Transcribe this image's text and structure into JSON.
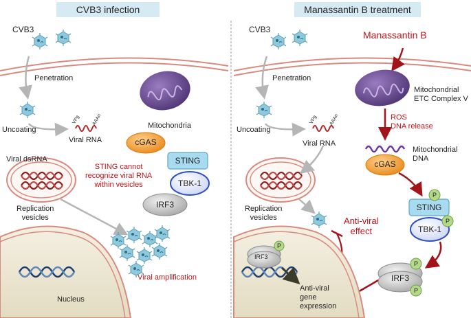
{
  "left_panel": {
    "header": "CVB3 infection",
    "virus_label": "CVB3",
    "penetration": "Penetration",
    "uncoating": "Uncoating",
    "vpg": "VPg",
    "aaan": "AAAn",
    "viral_rna": "Viral RNA",
    "mitochondria": "Mitochondria",
    "cgas": "cGAS",
    "sting": "STING",
    "tbk1": "TBK-1",
    "irf3": "IRF3",
    "viral_dsrna": "Viral dsRNA",
    "sting_note": "STING cannot\nrecognize viral RNA\nwithin vesicles",
    "replication_vesicles": "Replication\nvesicles",
    "viral_amplification": "Viral amplification",
    "nucleus": "Nucleus"
  },
  "right_panel": {
    "header": "Manassantin B treatment",
    "virus_label": "CVB3",
    "manassantin": "Manassantin B",
    "penetration": "Penetration",
    "uncoating": "Uncoating",
    "vpg": "VPg",
    "aaan": "AAAn",
    "viral_rna": "Viral RNA",
    "mito_complex": "Mitochondrial\nETC Complex V",
    "ros": "ROS\nDNA release",
    "mito_dna": "Mitochondrial\nDNA",
    "cgas": "cGAS",
    "sting": "STING",
    "tbk1": "TBK-1",
    "irf3": "IRF3",
    "irf3_small": "IRF3",
    "p": "P",
    "replication_vesicles": "Replication\nvesicles",
    "antiviral_effect": "Anti-viral\neffect",
    "antiviral_expression": "Anti-viral\ngene\nexpression"
  },
  "colors": {
    "header_bg": "#d6eaf3",
    "red_text": "#c0141b",
    "mitochondria": "#6b4d92",
    "cgas": "#f2a23a",
    "sting": "#a8dbef",
    "tbk1": "#2d4fc2",
    "irf3": "#b9b9b9",
    "phospho": "#b4d98a",
    "virus": "#8fc9de",
    "membrane": "#d98a7e",
    "dna": "#1f3f6e"
  }
}
